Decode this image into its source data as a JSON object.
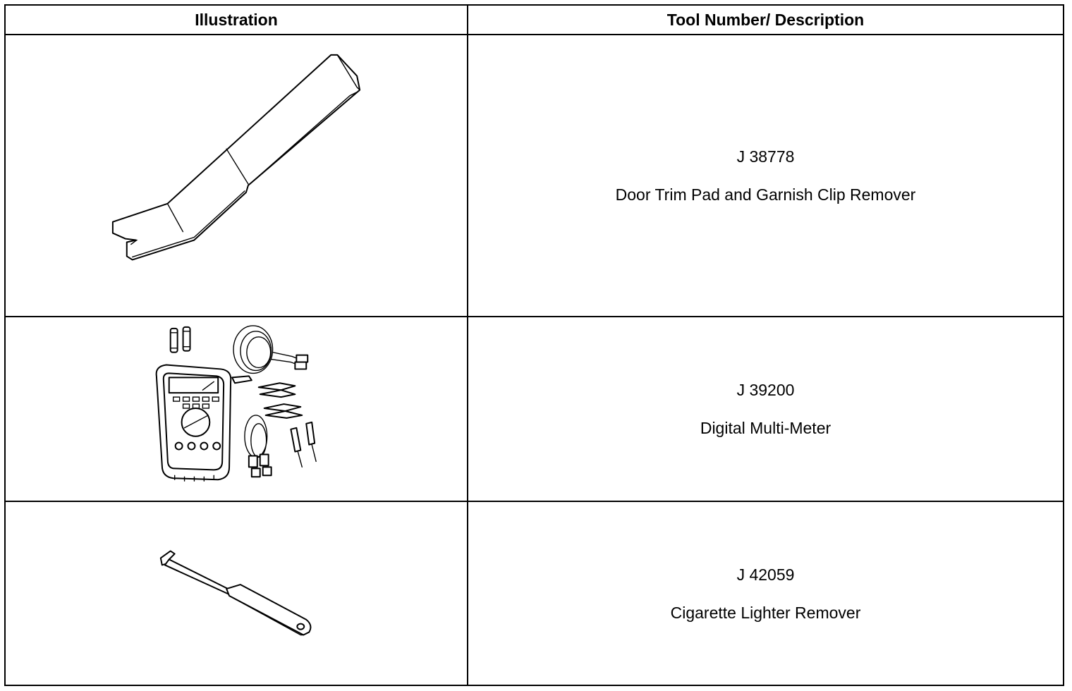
{
  "table": {
    "header": {
      "illustration": "Illustration",
      "description": "Tool Number/ Description"
    },
    "rows": [
      {
        "tool_number": "J 38778",
        "description": "Door Trim Pad and Garnish Clip Remover",
        "icon": "clip-remover-icon"
      },
      {
        "tool_number": "J 39200",
        "description": "Digital Multi-Meter",
        "icon": "multimeter-icon"
      },
      {
        "tool_number": "J 42059",
        "description": "Cigarette Lighter Remover",
        "icon": "lighter-remover-icon"
      }
    ]
  }
}
